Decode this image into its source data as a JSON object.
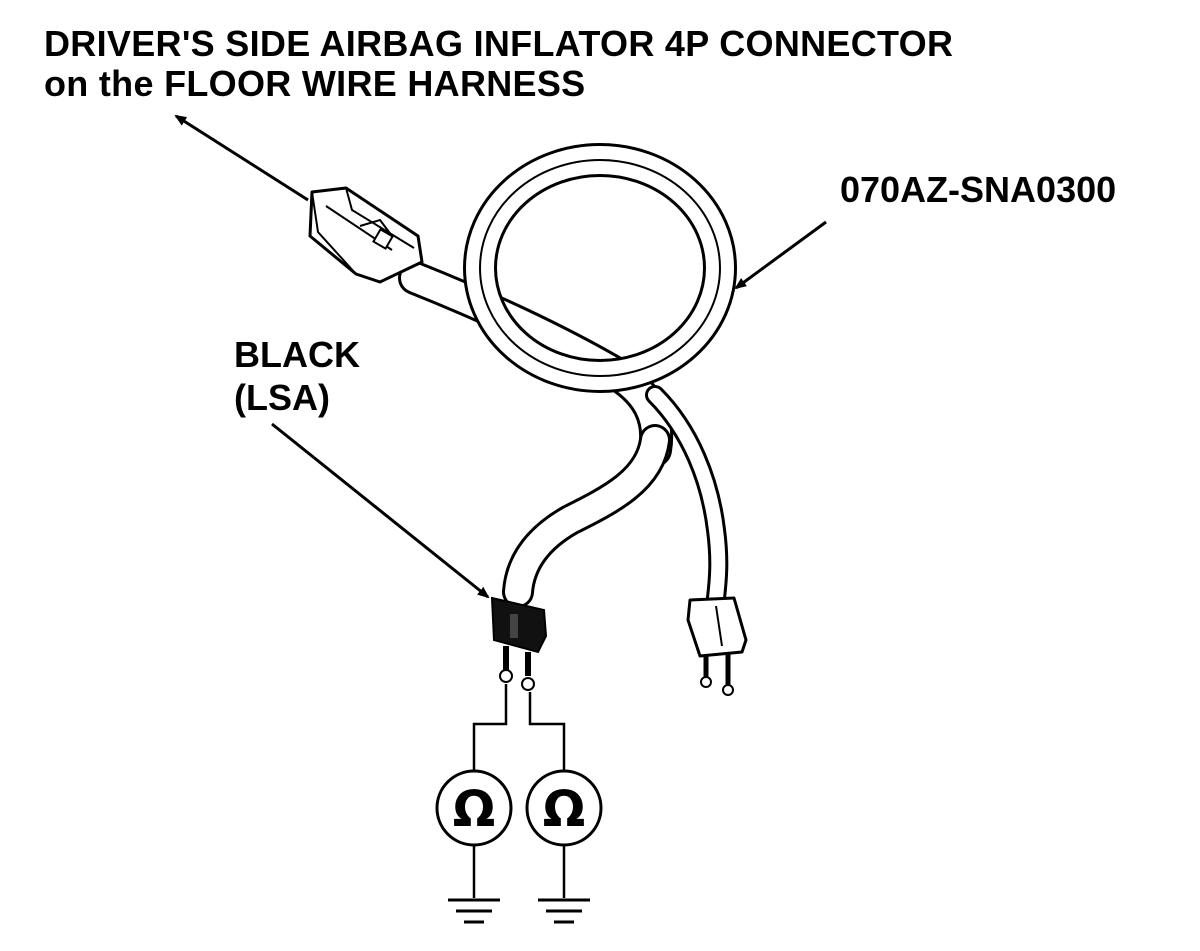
{
  "labels": {
    "connector_title_line1": "DRIVER'S SIDE AIRBAG INFLATOR 4P CONNECTOR",
    "connector_title_line2": "on the FLOOR WIRE HARNESS",
    "part_number": "070AZ-SNA0300",
    "black_line1": "BLACK",
    "black_line2": "(LSA)",
    "ohm_symbol_left": "Ω",
    "ohm_symbol_right": "Ω"
  },
  "icons": [
    "connector-4p-icon",
    "harness-coil-icon",
    "black-lsa-plug-icon",
    "white-plug-icon",
    "ohmmeter-icon",
    "ground-icon"
  ],
  "colors": {
    "line": "#000000",
    "background": "#ffffff",
    "plug_black": "#111111"
  }
}
